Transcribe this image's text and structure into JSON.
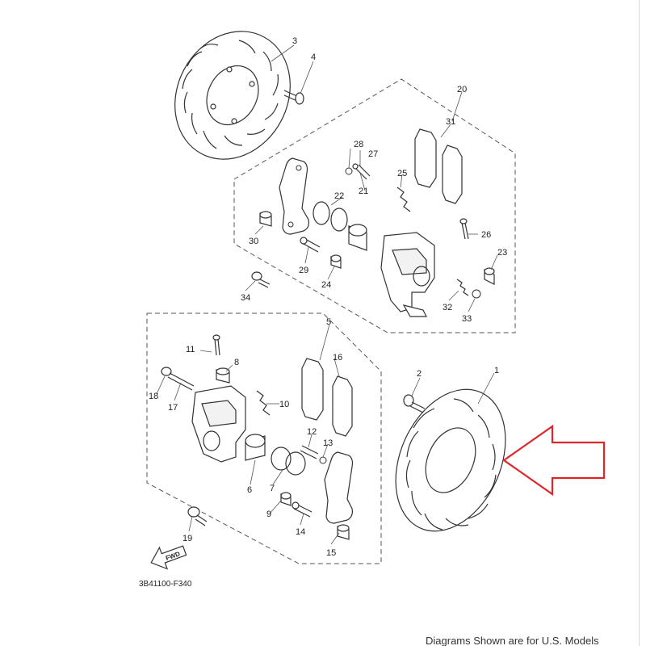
{
  "diagram": {
    "code": "3B41100-F340",
    "fwd_label": "FWD",
    "footer_note": "Diagrams Shown are for U.S. Models",
    "callouts": [
      "1",
      "2",
      "3",
      "4",
      "5",
      "6",
      "7",
      "8",
      "9",
      "10",
      "11",
      "12",
      "13",
      "14",
      "15",
      "16",
      "17",
      "18",
      "19",
      "20",
      "21",
      "22",
      "23",
      "24",
      "25",
      "26",
      "27",
      "28",
      "29",
      "30",
      "31",
      "32",
      "33",
      "34"
    ],
    "colors": {
      "line": "#333333",
      "arrow": "#e0262b",
      "fill": "#f2f2f2"
    }
  }
}
